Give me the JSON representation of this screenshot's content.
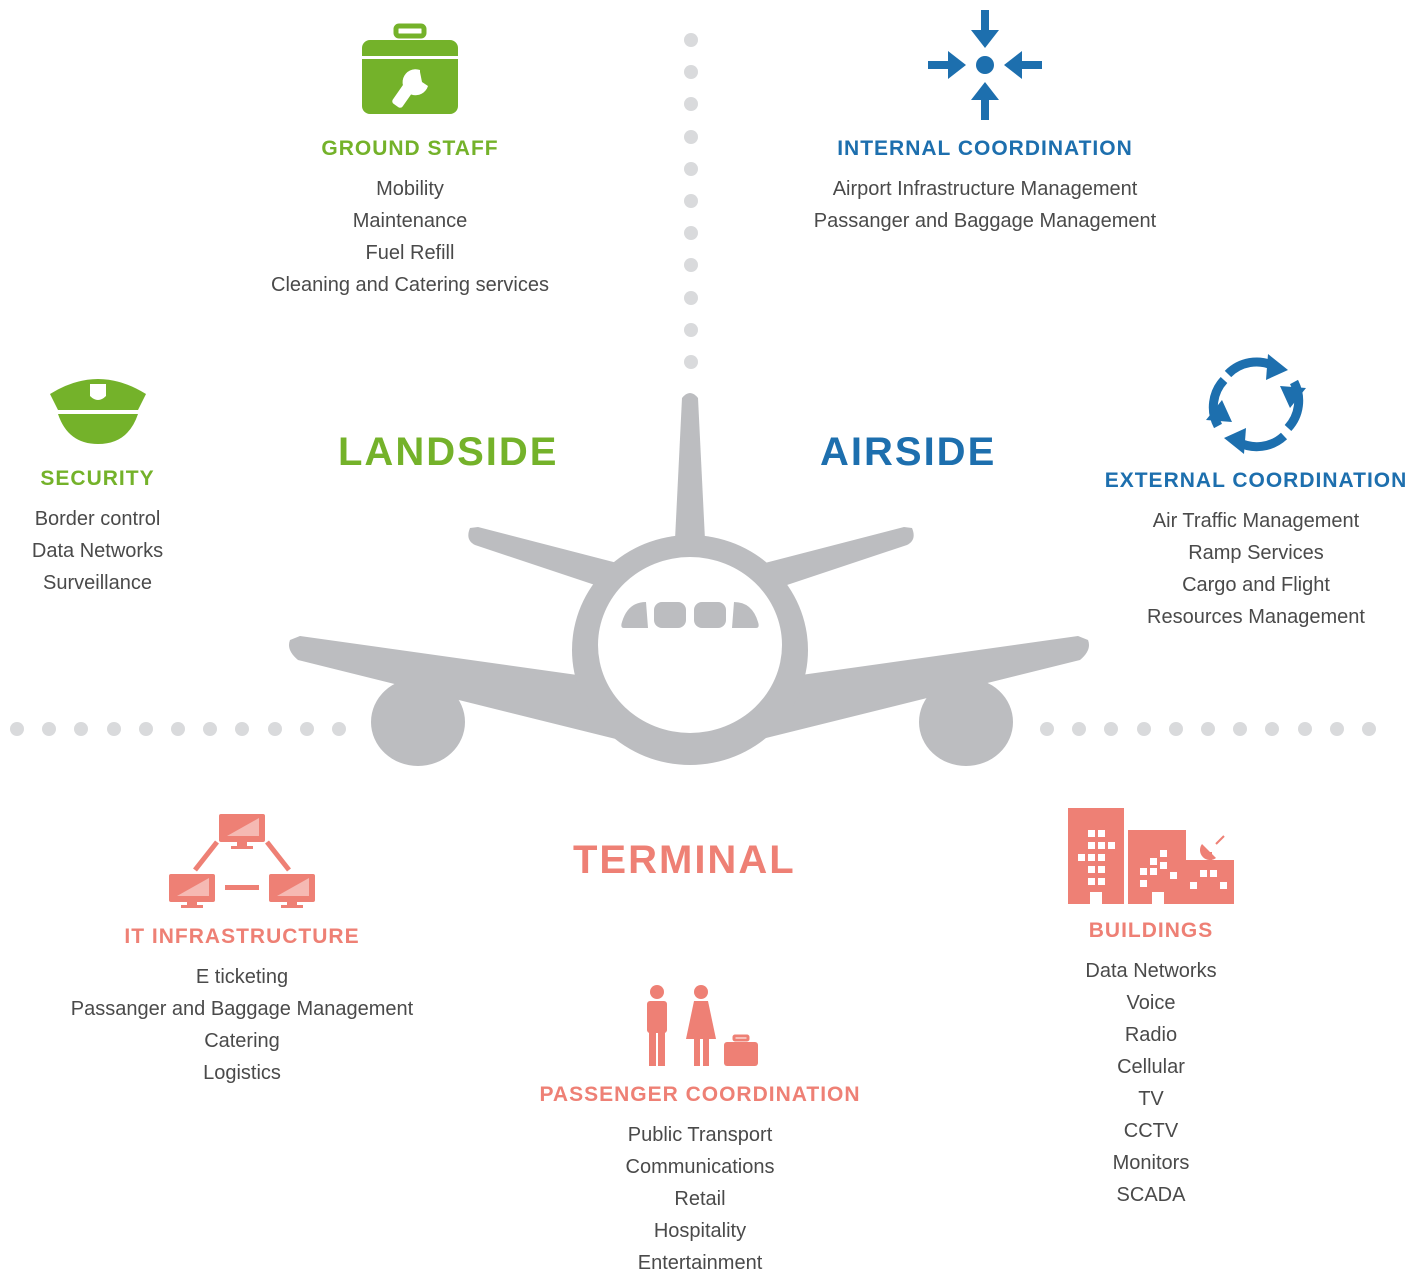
{
  "regions": {
    "landside": "LANDSIDE",
    "airside": "AIRSIDE",
    "terminal": "TERMINAL"
  },
  "groups": {
    "ground_staff": {
      "title": "GROUND STAFF",
      "icon": "toolbox-wrench-icon",
      "items": [
        "Mobility",
        "Maintenance",
        "Fuel Refill",
        "Cleaning and Catering services"
      ]
    },
    "internal_coordination": {
      "title": "INTERNAL COORDINATION",
      "icon": "converging-arrows-icon",
      "items": [
        "Airport Infrastructure Management",
        "Passanger and Baggage Management"
      ]
    },
    "security": {
      "title": "SECURITY",
      "icon": "police-cap-icon",
      "items": [
        "Border control",
        "Data Networks",
        "Surveillance"
      ]
    },
    "external_coordination": {
      "title": "EXTERNAL COORDINATION",
      "icon": "circular-arrows-icon",
      "items": [
        "Air Traffic Management",
        "Ramp Services",
        "Cargo and Flight",
        "Resources Management"
      ]
    },
    "it_infrastructure": {
      "title": "IT INFRASTRUCTURE",
      "icon": "networked-computers-icon",
      "items": [
        "E ticketing",
        "Passanger and Baggage Management",
        "Catering",
        "Logistics"
      ]
    },
    "buildings": {
      "title": "BUILDINGS",
      "icon": "buildings-icon",
      "items": [
        "Data Networks",
        "Voice",
        "Radio",
        "Cellular",
        "TV",
        "CCTV",
        "Monitors",
        "SCADA"
      ]
    },
    "passenger_coordination": {
      "title": "PASSENGER COORDINATION",
      "icon": "passengers-luggage-icon",
      "items": [
        "Public Transport",
        "Communications",
        "Retail",
        "Hospitality",
        "Entertainment"
      ]
    }
  },
  "colors": {
    "landside": "#74b22a",
    "airside": "#1d6fae",
    "terminal": "#ee8075",
    "airplane": "#bcbdc0",
    "divider_dots": "#d9dadc",
    "text": "#4a4a4a"
  }
}
